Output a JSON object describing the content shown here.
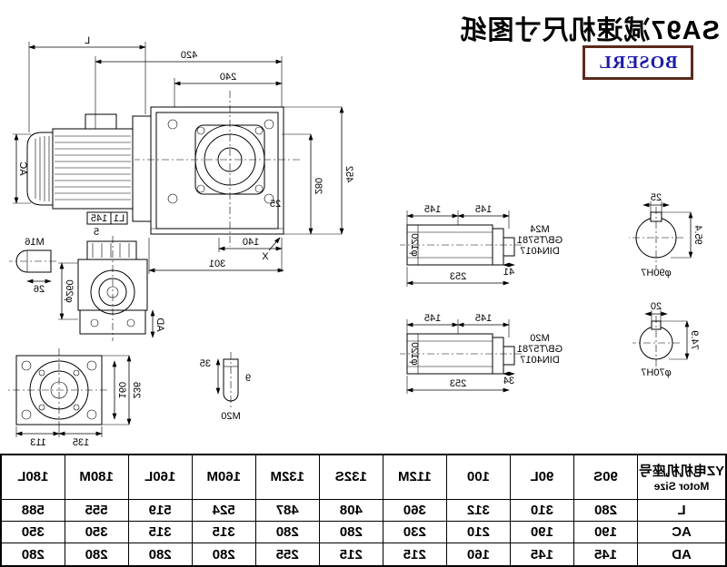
{
  "title": "SA97减速机尺寸图纸",
  "logo": {
    "text": "BOSERL"
  },
  "colors": {
    "logo_border": "#5a2a1e",
    "logo_text": "#1c1ca8",
    "line": "#000000",
    "background": "#ffffff"
  },
  "dwg": {
    "dim_l": "L",
    "dim_420": "420",
    "dim_240": "240",
    "dim_452": "452",
    "dim_280": "280",
    "dim_25": "25",
    "dim_140": "140",
    "dim_301": "301",
    "label_x": "X",
    "dim_ac": "AC",
    "callout_l1": "L1",
    "callout_145": "145",
    "label_5": "5",
    "label_m16": "M16",
    "dim_26": "26",
    "dim_d260": "φ260",
    "dim_ad": "AD",
    "dim_236": "236",
    "dim_160": "160",
    "dim_135": "135",
    "dim_113": "113",
    "dim_35": "35",
    "dim_9": "9",
    "label_m20_detail": "M20",
    "shaft_upper": {
      "dim_145a": "145",
      "dim_145b": "145",
      "dim_d120": "φ120",
      "thread": "M24",
      "std1": "GB/T5781",
      "std2": "DIN4017",
      "dim_41": "41",
      "dim_253": "253",
      "key_width": "25",
      "key_depth": "95.4",
      "bore": "φ90H7"
    },
    "shaft_lower": {
      "dim_145a": "145",
      "dim_145b": "145",
      "dim_d120": "φ120",
      "thread": "M20",
      "std1": "GB/T5781",
      "std2": "DIN4017",
      "dim_34": "34",
      "dim_253": "253",
      "key_width": "20",
      "key_depth": "74.9",
      "bore": "φ70H7"
    }
  },
  "table": {
    "header_line1": "YZ电机机座号",
    "header_line2": "Motor Size",
    "sizes": [
      "90S",
      "90L",
      "100",
      "112M",
      "132S",
      "132M",
      "160M",
      "160L",
      "180M",
      "180L"
    ],
    "rows": [
      {
        "label": "L",
        "values": [
          "280",
          "310",
          "312",
          "360",
          "408",
          "487",
          "524",
          "519",
          "555",
          "588"
        ]
      },
      {
        "label": "AC",
        "values": [
          "190",
          "190",
          "210",
          "230",
          "280",
          "280",
          "315",
          "315",
          "350",
          "350"
        ]
      },
      {
        "label": "AD",
        "values": [
          "145",
          "145",
          "160",
          "215",
          "215",
          "255",
          "280",
          "280",
          "280",
          "280"
        ]
      }
    ]
  }
}
